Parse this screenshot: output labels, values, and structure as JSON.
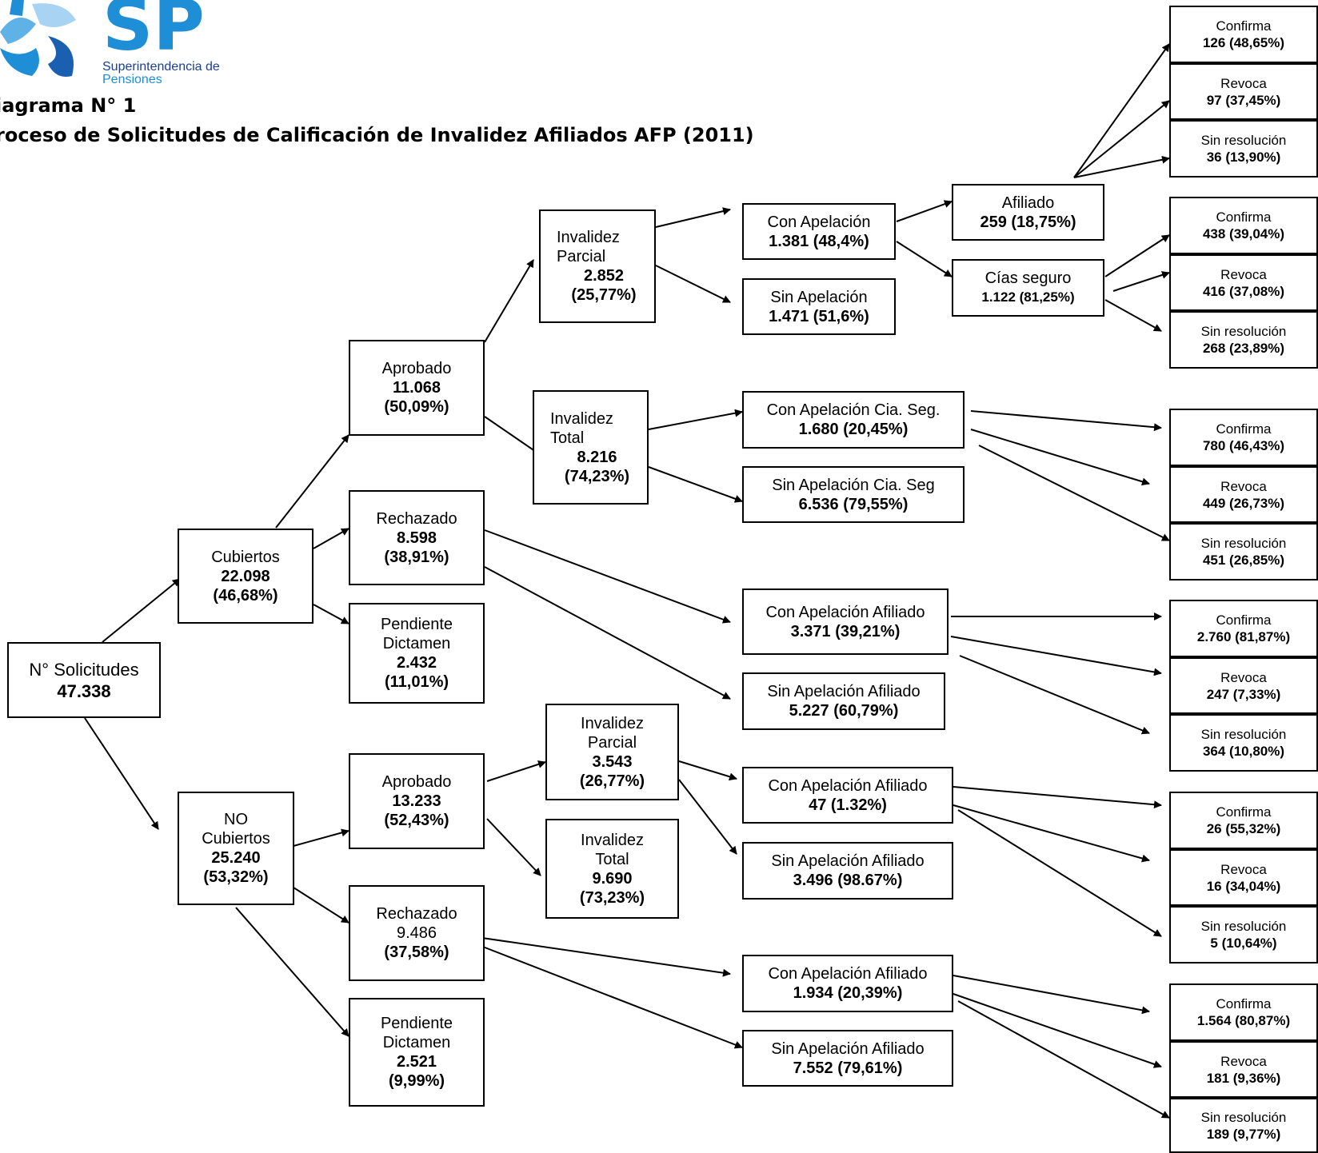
{
  "header": {
    "logo_letters": "SP",
    "logo_org_line1": "Superintendencia de",
    "logo_org_line2": "Pensiones",
    "title": "iagrama N° 1",
    "subtitle": "roceso de Solicitudes de Calificación de Invalidez Afiliados AFP (2011)"
  },
  "colors": {
    "logo_blue": "#1e8fd6",
    "logo_dark": "#1a3f8f",
    "line": "#000000"
  },
  "nodes": {
    "root": {
      "label": "N° Solicitudes",
      "value": "47.338"
    },
    "cubiertos": {
      "label": "Cubiertos",
      "value": "22.098",
      "pct": "(46,68%)"
    },
    "no_cubiertos": {
      "label1": "NO",
      "label2": "Cubiertos",
      "value": "25.240",
      "pct": "(53,32%)"
    },
    "cub_aprobado": {
      "label": "Aprobado",
      "value": "11.068",
      "pct": "(50,09%)"
    },
    "cub_rechazado": {
      "label": "Rechazado",
      "value": "8.598",
      "pct": "(38,91%)"
    },
    "cub_pendiente": {
      "label1": "Pendiente",
      "label2": "Dictamen",
      "value": "2.432",
      "pct": "(11,01%)"
    },
    "no_aprobado": {
      "label": "Aprobado",
      "value": "13.233",
      "pct": "(52,43%)"
    },
    "no_rechazado": {
      "label": "Rechazado",
      "value": "9.486",
      "pct": "(37,58%)"
    },
    "no_pendiente": {
      "label1": "Pendiente",
      "label2": "Dictamen",
      "value": "2.521",
      "pct": "(9,99%)"
    },
    "cub_inv_parcial": {
      "label1": "Invalidez",
      "label2": "Parcial",
      "value": "2.852",
      "pct": "(25,77%)"
    },
    "cub_inv_total": {
      "label1": "Invalidez",
      "label2": "Total",
      "value": "8.216",
      "pct": "(74,23%)"
    },
    "no_inv_parcial": {
      "label1": "Invalidez",
      "label2": "Parcial",
      "value": "3.543",
      "pct": "(26,77%)"
    },
    "no_inv_total": {
      "label1": "Invalidez",
      "label2": "Total",
      "value": "9.690",
      "pct": "(73,23%)"
    },
    "con_apelacion": {
      "label": "Con Apelación",
      "value": "1.381  (48,4%)"
    },
    "sin_apelacion": {
      "label": "Sin Apelación",
      "value": "1.471  (51,6%)"
    },
    "afiliado": {
      "label": "Afiliado",
      "value": "259  (18,75%)"
    },
    "cias_seguro": {
      "label": "Cías seguro",
      "value": "1.122  (81,25%)"
    },
    "con_apel_cia": {
      "label": "Con Apelación Cia. Seg.",
      "value": "1.680  (20,45%)"
    },
    "sin_apel_cia": {
      "label": "Sin Apelación Cia. Seg",
      "value": "6.536  (79,55%)"
    },
    "con_apel_afil_rech": {
      "label": "Con Apelación Afiliado",
      "value": "3.371   (39,21%)"
    },
    "sin_apel_afil_rech": {
      "label": "Sin Apelación Afiliado",
      "value": "5.227  (60,79%)"
    },
    "con_apel_afil_no": {
      "label": "Con Apelación Afiliado",
      "value": "47  (1.32%)"
    },
    "sin_apel_afil_no": {
      "label": "Sin Apelación Afiliado",
      "value": "3.496  (98.67%)"
    },
    "con_apel_afil_norech": {
      "label": "Con Apelación Afiliado",
      "value": "1.934 (20,39%)"
    },
    "sin_apel_afil_norech": {
      "label": "Sin Apelación Afiliado",
      "value": "7.552  (79,61%)"
    }
  },
  "results": [
    {
      "label": "Confirma",
      "value": "126  (48,65%)"
    },
    {
      "label": "Revoca",
      "value": "97  (37,45%)"
    },
    {
      "label": "Sin resolución",
      "value": "36  (13,90%)"
    },
    {
      "label": "Confirma",
      "value": "438  (39,04%)"
    },
    {
      "label": "Revoca",
      "value": "416  (37,08%)"
    },
    {
      "label": "Sin resolución",
      "value": "268  (23,89%)"
    },
    {
      "label": "Confirma",
      "value": "780  (46,43%)"
    },
    {
      "label": "Revoca",
      "value": "449  (26,73%)"
    },
    {
      "label": "Sin resolución",
      "value": "451  (26,85%)"
    },
    {
      "label": "Confirma",
      "value": "2.760  (81,87%)"
    },
    {
      "label": "Revoca",
      "value": "247  (7,33%)"
    },
    {
      "label": "Sin resolución",
      "value": "364  (10,80%)"
    },
    {
      "label": "Confirma",
      "value": "26  (55,32%)"
    },
    {
      "label": "Revoca",
      "value": "16  (34,04%)"
    },
    {
      "label": "Sin resolución",
      "value": "5  (10,64%)"
    },
    {
      "label": "Confirma",
      "value": "1.564  (80,87%)"
    },
    {
      "label": "Revoca",
      "value": "181  (9,36%)"
    },
    {
      "label": "Sin resolución",
      "value": "189  (9,77%)"
    }
  ]
}
